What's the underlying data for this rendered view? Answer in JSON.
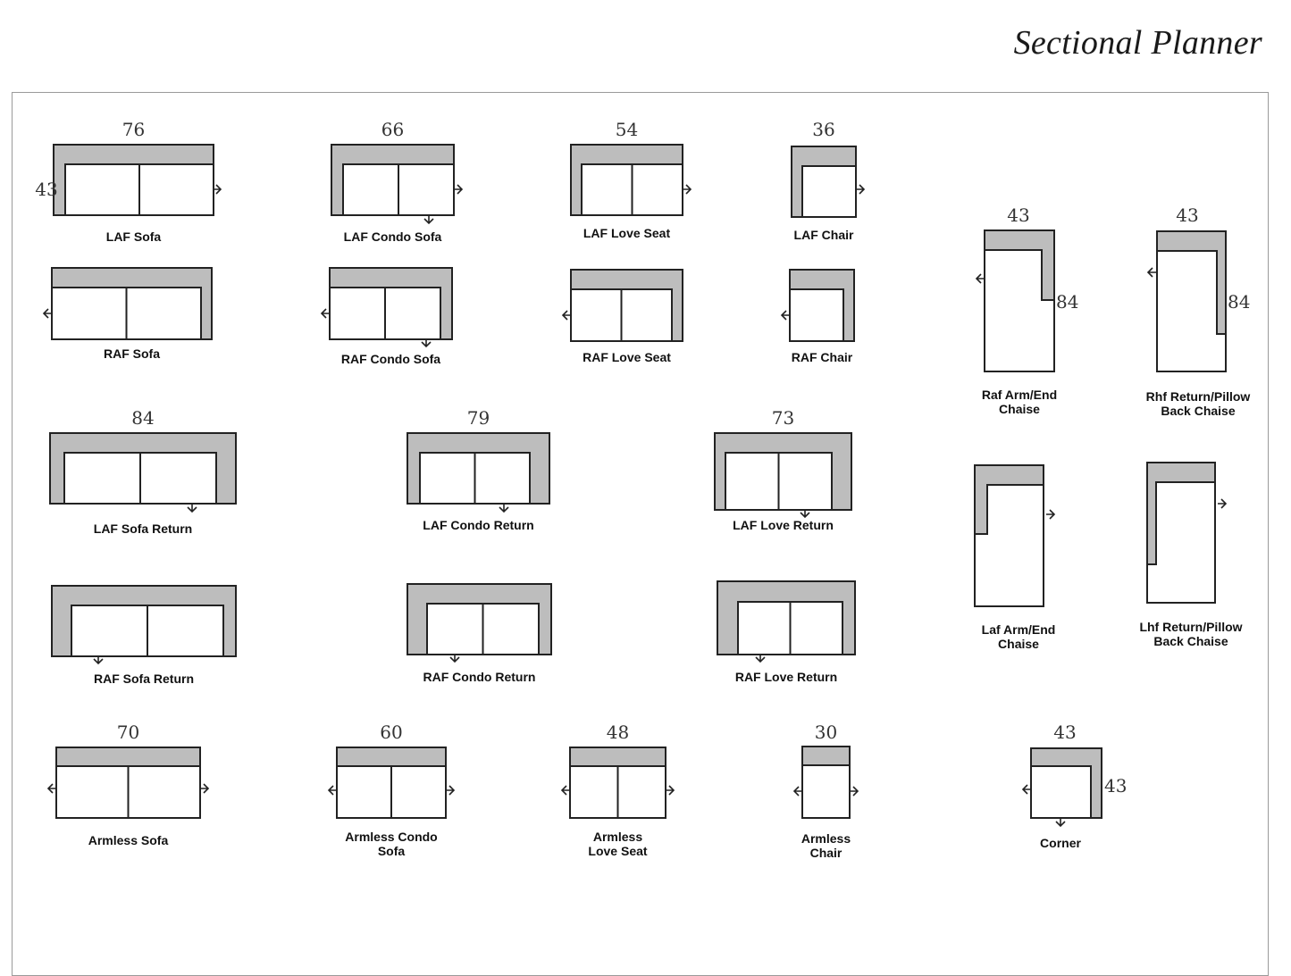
{
  "page": {
    "title": "Sectional Planner"
  },
  "pieces": [
    {
      "id": "laf-sofa",
      "label": [
        "LAF  Sofa"
      ],
      "width": "76",
      "depth": "43"
    },
    {
      "id": "laf-condo-sofa",
      "label": [
        "LAF  Condo Sofa"
      ],
      "width": "66"
    },
    {
      "id": "laf-love-seat",
      "label": [
        "LAF  Love Seat"
      ],
      "width": "54"
    },
    {
      "id": "laf-chair",
      "label": [
        "LAF Chair"
      ],
      "width": "36"
    },
    {
      "id": "raf-sofa",
      "label": [
        "RAF  Sofa"
      ]
    },
    {
      "id": "raf-condo-sofa",
      "label": [
        "RAF Condo Sofa"
      ]
    },
    {
      "id": "raf-love-seat",
      "label": [
        "RAF Love Seat"
      ]
    },
    {
      "id": "raf-chair",
      "label": [
        "RAF Chair"
      ]
    },
    {
      "id": "raf-arm-end-chaise",
      "label": [
        "Raf Arm/End",
        "Chaise"
      ],
      "width": "43",
      "depth": "84"
    },
    {
      "id": "rhf-return-pillow-back-chaise",
      "label": [
        "Rhf Return/Pillow",
        "Back Chaise"
      ],
      "width": "43",
      "depth": "84"
    },
    {
      "id": "laf-sofa-return",
      "label": [
        "LAF Sofa Return"
      ],
      "width": "84"
    },
    {
      "id": "laf-condo-return",
      "label": [
        "LAF Condo Return"
      ],
      "width": "79"
    },
    {
      "id": "laf-love-return",
      "label": [
        "LAF Love Return"
      ],
      "width": "73"
    },
    {
      "id": "laf-arm-end-chaise",
      "label": [
        "Laf Arm/End",
        "Chaise"
      ]
    },
    {
      "id": "lhf-return-pillow-back-chaise",
      "label": [
        "Lhf Return/Pillow",
        "Back Chaise"
      ]
    },
    {
      "id": "raf-sofa-return",
      "label": [
        "RAF Sofa Return"
      ]
    },
    {
      "id": "raf-condo-return",
      "label": [
        "RAF Condo Return"
      ]
    },
    {
      "id": "raf-love-return",
      "label": [
        "RAF Love Return"
      ]
    },
    {
      "id": "armless-sofa",
      "label": [
        "Armless Sofa"
      ],
      "width": "70"
    },
    {
      "id": "armless-condo-sofa",
      "label": [
        "Armless Condo",
        "Sofa"
      ],
      "width": "60"
    },
    {
      "id": "armless-love-seat",
      "label": [
        "Armless",
        "Love Seat"
      ],
      "width": "48"
    },
    {
      "id": "armless-chair",
      "label": [
        "Armless",
        "Chair"
      ],
      "width": "30"
    },
    {
      "id": "corner",
      "label": [
        "Corner"
      ],
      "width": "43",
      "depth": "43"
    }
  ],
  "colors": {
    "upholstery": "#bdbdbd",
    "outline": "#222222"
  }
}
